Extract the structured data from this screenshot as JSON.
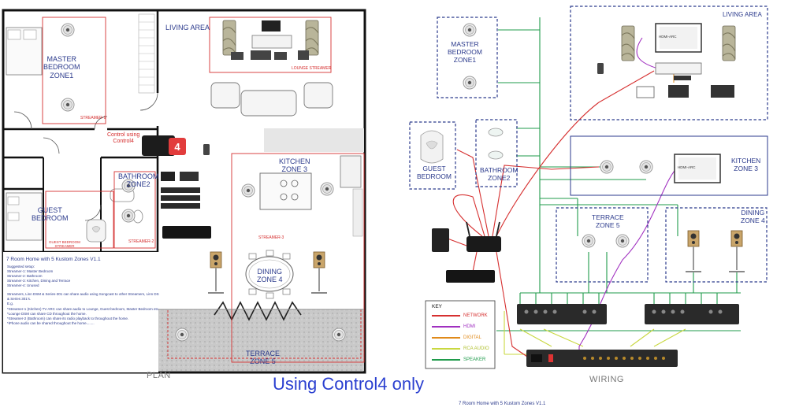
{
  "plan": {
    "living_area": "LIVING AREA",
    "master_bedroom": [
      "MASTER",
      "BEDROOM",
      "ZONE1"
    ],
    "streamer1": "STREAMER-1",
    "lounge_streamer": "LOUNGE STREAMER",
    "control_using": [
      "Control using",
      "Control4"
    ],
    "bathroom": [
      "BATHROOM",
      "ZONE2"
    ],
    "kitchen": [
      "KITCHEN",
      "ZONE 3"
    ],
    "guest_bedroom": [
      "GUEST",
      "BEDROOM"
    ],
    "guest_streamer": [
      "GUEST BEDROOM",
      "STREAMER"
    ],
    "streamer2": "STREAMER-2",
    "streamer3": "STREAMER-3",
    "dining": [
      "DINING",
      "ZONE 4"
    ],
    "terrace": [
      "TERRACE",
      "ZONE 5"
    ],
    "notes_title": "7 Room Home with 5 Kustom Zones V1.1",
    "notes_lines": [
      "Suggested setup:",
      "   Streamer-1: Master Bedroom",
      "   Streamer-2: Bathroom",
      "   Streamer-3: Kitchen, Dining and Terrace",
      "   Streamer-4: Unused",
      "",
      "Streamers, Linn DSM & Series-301 can share audio using Songcast to other Streamers, Linn DS",
      "& Series 301's.",
      "E.g.",
      "   *Streamer-1 (Kitchen) TV ARC can share audio to Lounge, Guest bedroom, Master Bedroom etc.",
      "   *Lounge DSM can share CD throughout the home.",
      "   *Streamer-2 (Bathroom) can share its radio playback to throughout the home.",
      "   *iPhone audio can be shared throughout the home........"
    ],
    "footer": "PLAN"
  },
  "wiring": {
    "master_bedroom": [
      "MASTER",
      "BEDROOM",
      "ZONE1"
    ],
    "living_area": "LIVING AREA",
    "guest_bedroom": [
      "GUEST",
      "BEDROOM"
    ],
    "bathroom": [
      "BATHROOM",
      "ZONE2"
    ],
    "kitchen": [
      "KITCHEN",
      "ZONE 3"
    ],
    "terrace": [
      "TERRACE",
      "ZONE 5"
    ],
    "dining": [
      "DINING",
      "ZONE 4"
    ],
    "hdmi_arc_living": "HDMI-ARC",
    "hdmi_arc_kitchen": "HDMI-ARC",
    "footer": "WIRING"
  },
  "key": {
    "title": "KEY",
    "items": [
      {
        "label": "NETWORK",
        "color": "#d63030"
      },
      {
        "label": "HDMI",
        "color": "#a030c0"
      },
      {
        "label": "DIGITAL",
        "color": "#e08a1a"
      },
      {
        "label": "RCA AUDIO",
        "color": "#c9d840"
      },
      {
        "label": "SPEAKER",
        "color": "#1f9b4b"
      }
    ]
  },
  "center_title": "Using Control4 only",
  "bottom_caption": "7 Room Home with 5 Kustom Zones V1.1"
}
